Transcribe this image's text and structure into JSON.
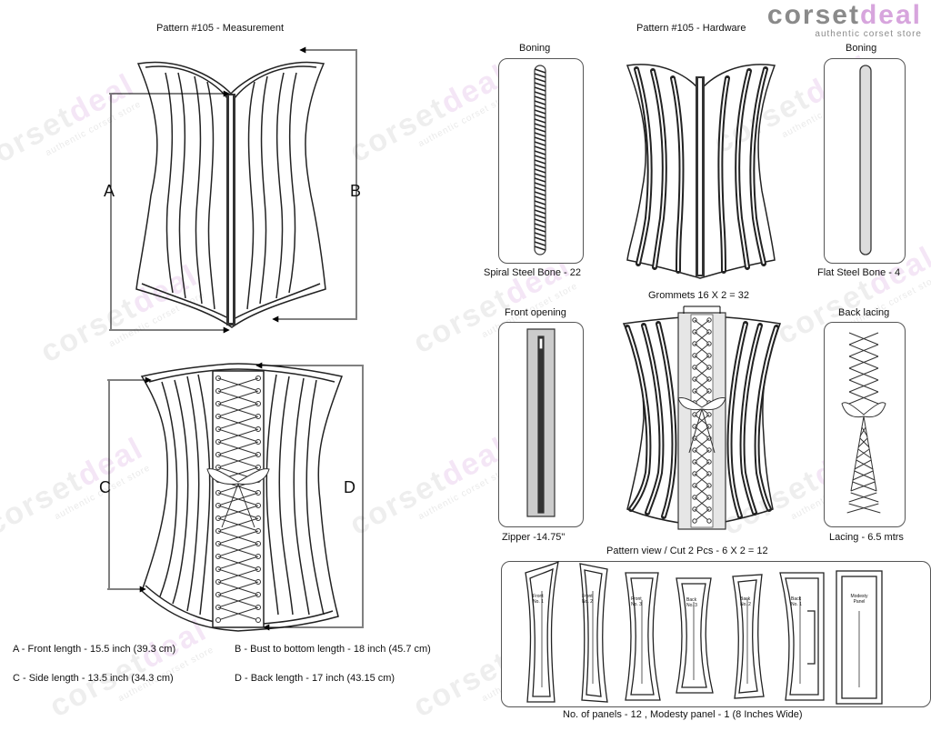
{
  "brand": {
    "logo_part1": "corset",
    "logo_part2": "deal",
    "tagline": "authentic corset store",
    "gray": "#8a8a8a",
    "pink": "#d7a5dd"
  },
  "left": {
    "title": "Pattern #105 -  Measurement",
    "labels": {
      "a": "A",
      "b": "B",
      "c": "C",
      "d": "D"
    },
    "legend": [
      "A - Front length - 15.5 inch (39.3 cm)",
      "B - Bust to bottom length - 18 inch (45.7 cm)",
      "C - Side length - 13.5 inch (34.3 cm)",
      "D - Back length - 17 inch (43.15 cm)"
    ]
  },
  "right": {
    "title": "Pattern #105 -  Hardware",
    "boning_left_title": "Boning",
    "boning_left_caption": "Spiral Steel Bone - 22",
    "boning_right_title": "Boning",
    "boning_right_caption": "Flat Steel Bone - 4",
    "grommets": "Grommets 16 X 2 = 32",
    "front_opening_title": "Front opening",
    "zipper_caption": "Zipper -14.75\"",
    "back_lacing_title": "Back lacing",
    "lacing_caption": "Lacing - 6.5 mtrs",
    "pattern_view": "Pattern view  /  Cut 2 Pcs - 6 X 2 = 12",
    "panel_labels": [
      "Front No. 1",
      "Front No. 2",
      "Front No. 3",
      "Back No. 3",
      "Back No. 2",
      "Back No. 1",
      "Modesty Panel"
    ],
    "panels_caption": "No. of panels - 12  , Modesty panel - 1 (8 Inches Wide)"
  }
}
